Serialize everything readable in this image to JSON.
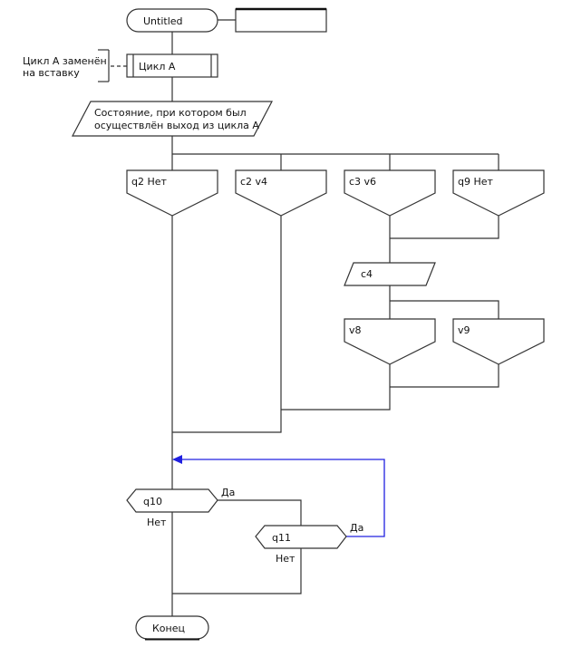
{
  "diagram": {
    "start": "Untitled",
    "comment": [
      "Цикл А заменён",
      "на вставку"
    ],
    "insertion": "Цикл А",
    "output": [
      "Состояние, при котором был",
      "осуществлён выход из цикла А"
    ],
    "cases": [
      "q2 Нет",
      "c2 v4",
      "c3 v6",
      "q9 Нет"
    ],
    "c4_output": "c4",
    "subcases": [
      "v8",
      "v9"
    ],
    "question1": "q10",
    "question2": "q11",
    "yes": "Да",
    "no": "Нет",
    "end": "Конец",
    "loop_color": "#2020e0"
  }
}
